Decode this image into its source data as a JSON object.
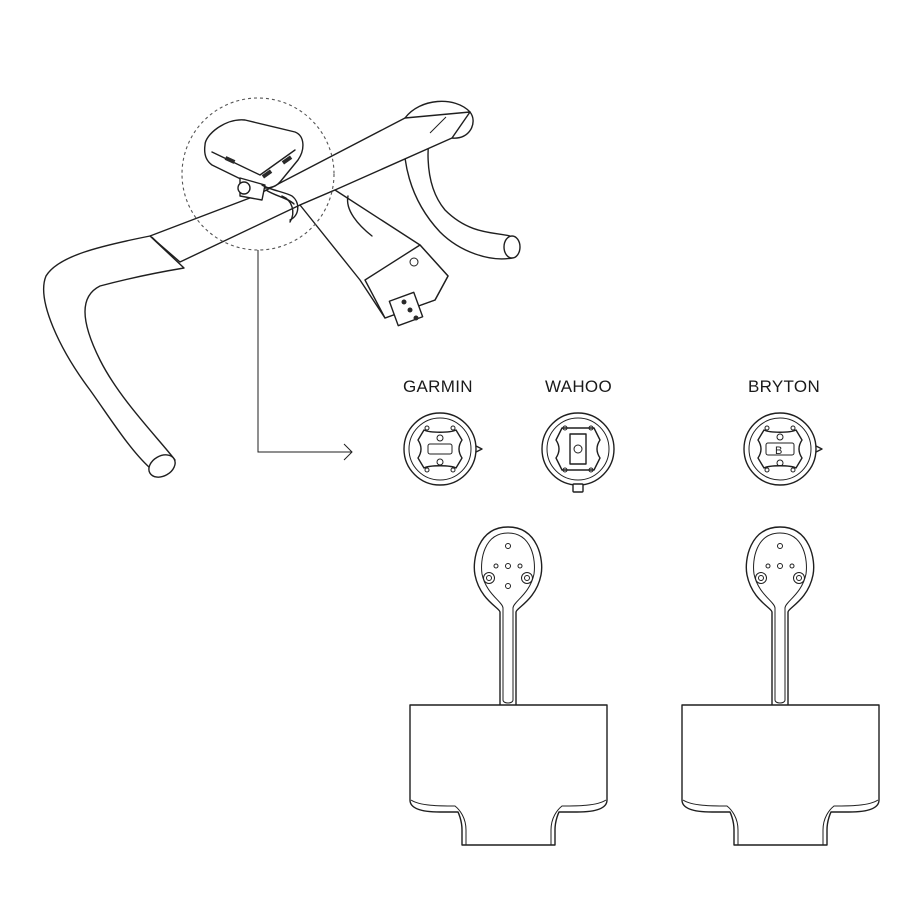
{
  "mount_labels": {
    "garmin": "GARMIN",
    "wahoo": "WAHOO",
    "bryton": "BRYTON"
  },
  "colors": {
    "line": "#1f1f1f",
    "background": "#ffffff"
  }
}
